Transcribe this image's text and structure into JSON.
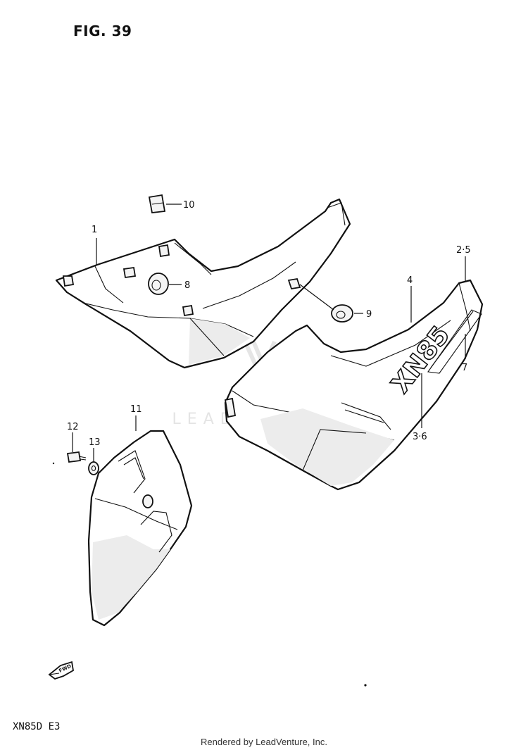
{
  "figure": {
    "title": "FIG. 39"
  },
  "callouts": [
    {
      "id": "c1",
      "label": "1"
    },
    {
      "id": "c10",
      "label": "10"
    },
    {
      "id": "c8",
      "label": "8"
    },
    {
      "id": "c9",
      "label": "9"
    },
    {
      "id": "c4",
      "label": "4"
    },
    {
      "id": "c25",
      "label": "2·5"
    },
    {
      "id": "c7",
      "label": "7"
    },
    {
      "id": "c36",
      "label": "3·6"
    },
    {
      "id": "c11",
      "label": "11"
    },
    {
      "id": "c12",
      "label": "12"
    },
    {
      "id": "c13",
      "label": "13"
    }
  ],
  "cover_lettering": {
    "model": "XN85"
  },
  "fwd_arrow": {
    "label": "FWD"
  },
  "watermark": {
    "text": "LEADVENTURE"
  },
  "footer": {
    "model_code": "XN85D  E3",
    "credit": "Rendered by LeadVenture, Inc."
  },
  "colors": {
    "line": "#111111",
    "watermark": "#e6e6e6",
    "fill": "#ffffff"
  }
}
